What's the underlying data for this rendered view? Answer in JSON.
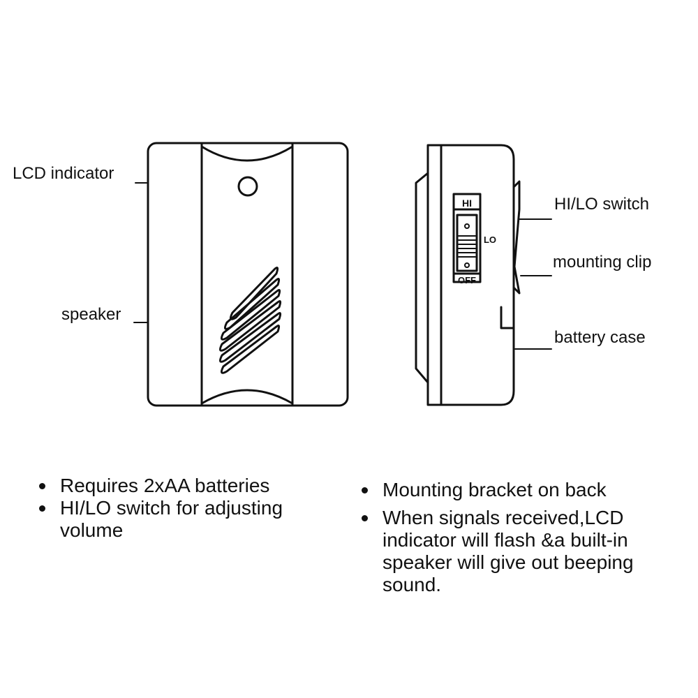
{
  "labels": {
    "lcd_indicator": "LCD indicator",
    "speaker": "speaker",
    "hilo_switch": "HI/LO switch",
    "mounting_clip": "mounting clip",
    "battery_case": "battery case"
  },
  "switch": {
    "hi": "HI",
    "lo": "LO",
    "off": "OFF"
  },
  "bullets_left": [
    "Requires 2xAA batteries",
    "HI/LO switch for adjusting volume"
  ],
  "bullets_right": [
    "Mounting bracket on back",
    "When signals received,LCD indicator will flash &a built-in speaker will give out beeping sound."
  ],
  "colors": {
    "line": "#111111",
    "background": "#ffffff"
  }
}
